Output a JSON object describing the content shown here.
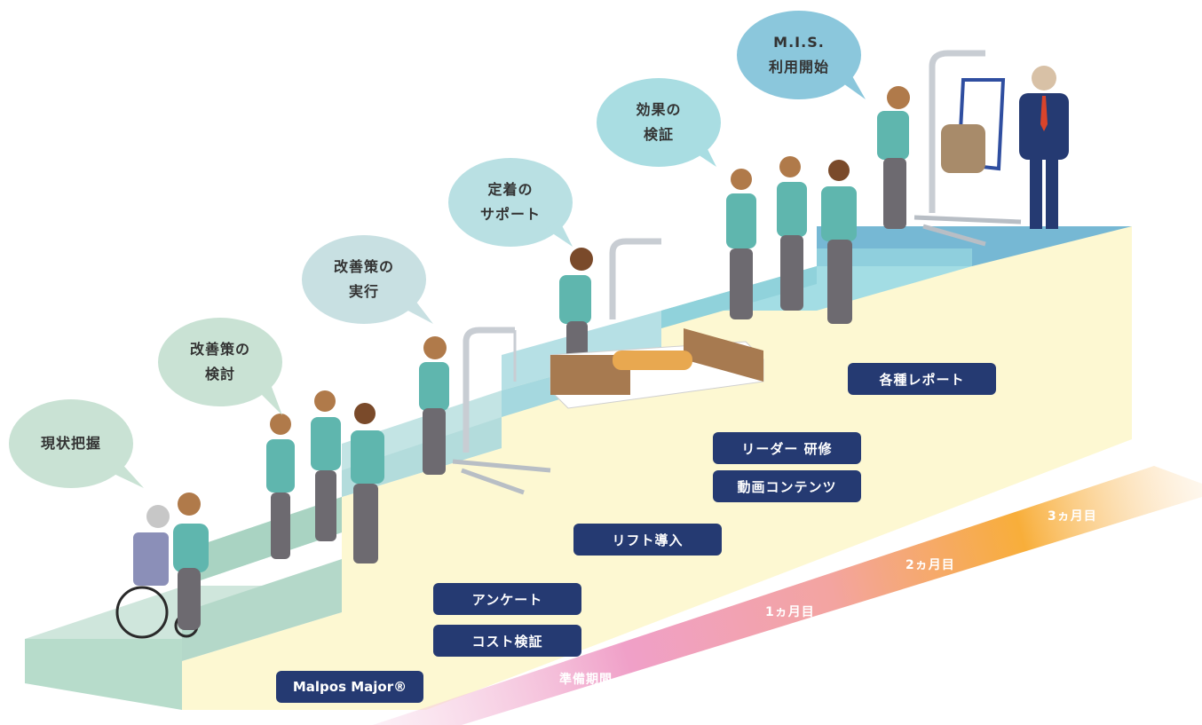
{
  "bubbles": [
    {
      "id": "b1",
      "text": "現状把握",
      "color": "#c9e2d4"
    },
    {
      "id": "b2",
      "text": "改善策の\n検討",
      "color": "#c9e2d4"
    },
    {
      "id": "b3",
      "text": "改善策の\n実行",
      "color": "#c8e0e2"
    },
    {
      "id": "b4",
      "text": "定着の\nサポート",
      "color": "#b9e0e3"
    },
    {
      "id": "b5",
      "text": "効果の\n検証",
      "color": "#a9dde2"
    },
    {
      "id": "b6",
      "text": "M.I.S.\n利用開始",
      "color": "#8bc7dc"
    }
  ],
  "labels": {
    "malpos": "Malpos Major®",
    "cost": "コスト検証",
    "survey": "アンケート",
    "lift": "リフト導入",
    "video": "動画コンテンツ",
    "leader": "リーダー 研修",
    "reports": "各種レポート"
  },
  "timeline": {
    "prep": "準備期間",
    "m1": "1ヵ月目",
    "m2": "2ヵ月目",
    "m3": "3ヵ月目"
  },
  "colors": {
    "label_bg": "#253a72",
    "stair_yellow": "#fdf8d2",
    "timeline_pink": "#ee8fc0",
    "timeline_orange": "#f8ae3a"
  }
}
